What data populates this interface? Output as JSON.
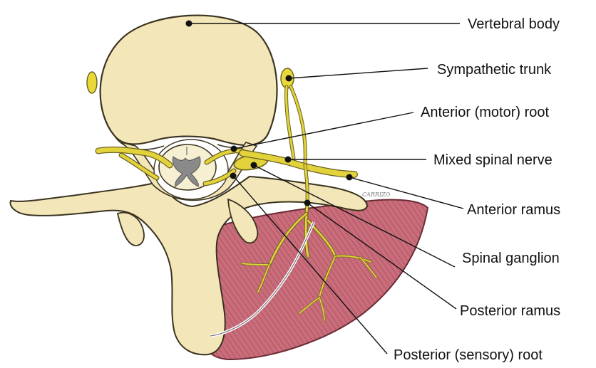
{
  "labels": {
    "vertebral_body": "Vertebral body",
    "sympathetic_trunk": "Sympathetic trunk",
    "anterior_motor_root": "Anterior (motor) root",
    "mixed_spinal_nerve": "Mixed spinal nerve",
    "anterior_ramus": "Anterior ramus",
    "spinal_ganglion": "Spinal ganglion",
    "posterior_ramus": "Posterior ramus",
    "posterior_sensory_root": "Posterior (sensory) root"
  },
  "signature": "CARRIZO",
  "colors": {
    "bone": "#f3e6b8",
    "bone_outline": "#3a3320",
    "nerve": "#e2d23c",
    "nerve_outline": "#6b6320",
    "muscle": "#c86a78",
    "cord_grey": "#8a8a8a",
    "leader": "#111111"
  }
}
